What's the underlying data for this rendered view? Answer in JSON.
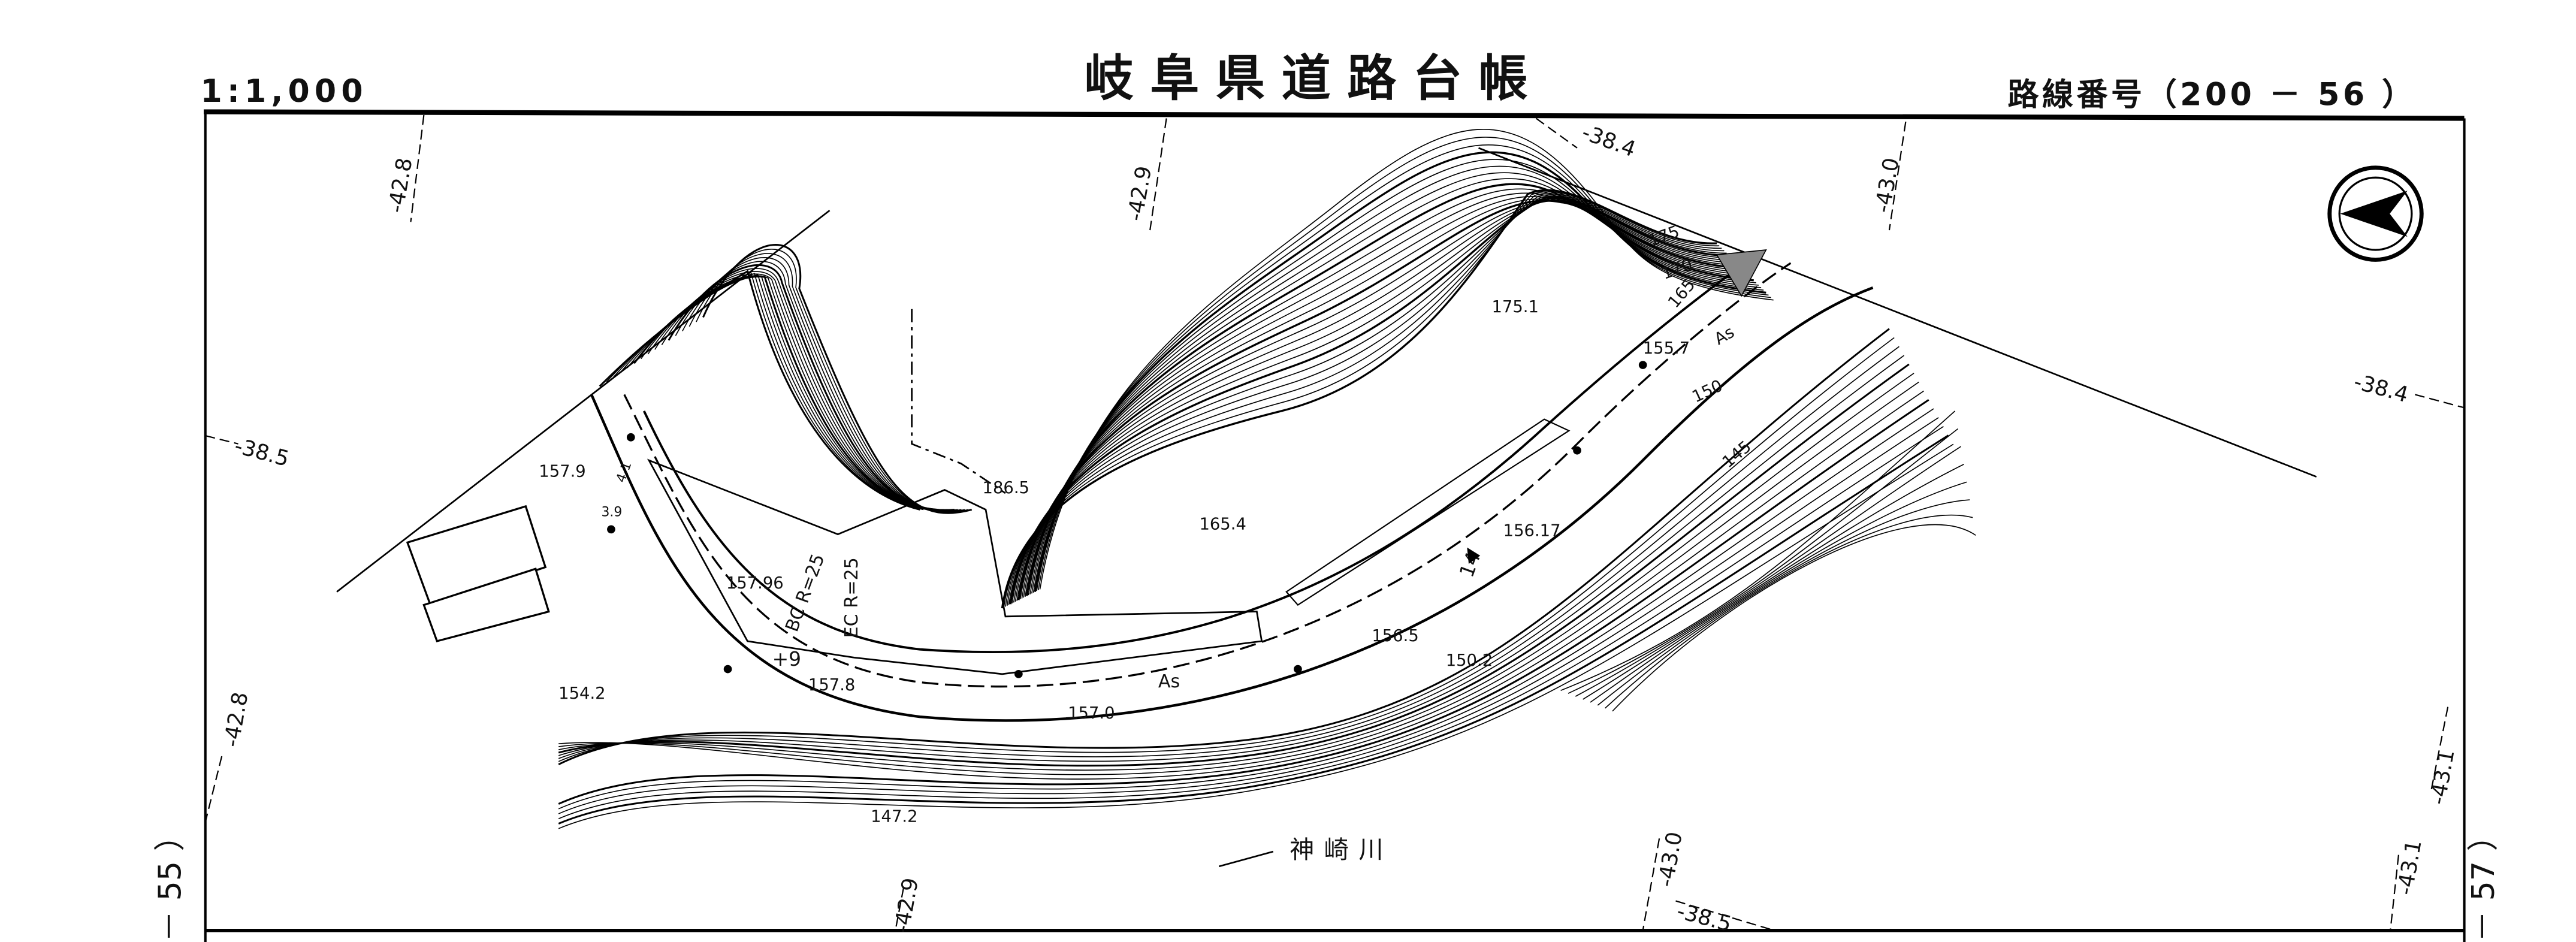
{
  "header": {
    "scale": "1:1,000",
    "title": "岐阜県道路台帳",
    "route_number": "路線番号（200 － 56 ）"
  },
  "sheet_refs": {
    "left": "－ 55 ）",
    "right": "－ 57 ）"
  },
  "grid_labels": [
    "-42.8",
    "-42.9",
    "-38.4",
    "-43.0",
    "-38.5",
    "-38.4",
    "-42.8",
    "-43.1",
    "-43.1",
    "-43.0",
    "-38.5",
    "-42.9"
  ],
  "elevations": {
    "c175": "175",
    "c170": "170",
    "c165": "165",
    "p155_7": "155.7",
    "p175_1": "175.1",
    "p186_5": "186.5",
    "p165_4": "165.4",
    "p157_9": "157.9",
    "p157_96": "157.96",
    "p157_8": "157.8",
    "p157_0": "157.0",
    "p156_5": "156.5",
    "p150_2": "150.2",
    "p156_17": "156.17",
    "c150": "150",
    "c145": "145",
    "p154_2": "154.2",
    "p147_2": "147.2"
  },
  "annotations": {
    "bc": "BC R=25",
    "ec": "EC R=25",
    "pavement1": "As",
    "pavement2": "As",
    "station": "14",
    "station_small": "+9",
    "width1": "4.1",
    "width2": "3.9",
    "river": "神崎川"
  }
}
